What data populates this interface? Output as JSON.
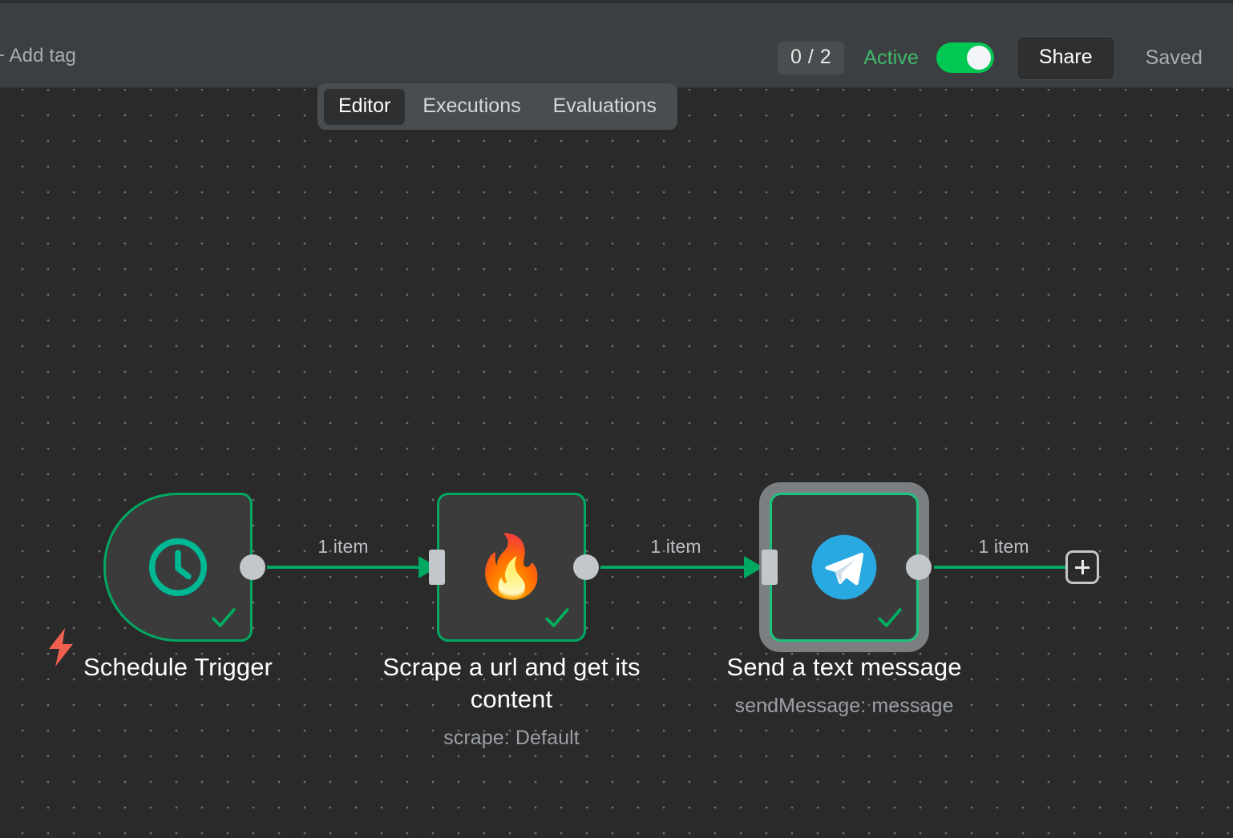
{
  "header": {
    "add_tag_label": "+ Add tag",
    "execution_count": "0 / 2",
    "active_label": "Active",
    "active_toggle_on": true,
    "share_label": "Share",
    "saved_label": "Saved",
    "accent_green": "#00c853",
    "active_text_color": "#3fb96b"
  },
  "tabs": [
    {
      "label": "Editor",
      "active": true
    },
    {
      "label": "Executions",
      "active": false
    },
    {
      "label": "Evaluations",
      "active": false
    }
  ],
  "canvas": {
    "background_color": "#2a2a2a",
    "grid": "dot-grid",
    "node_border_color": "#00a862",
    "edge_color": "#00a862"
  },
  "workflow": {
    "trigger_marker_icon": "lightning-bolt-icon",
    "trigger_marker_color": "#f0604e",
    "nodes": [
      {
        "id": "schedule-trigger",
        "label": "Schedule Trigger",
        "sublabel": "",
        "icon": "clock-icon",
        "icon_color": "#00b894",
        "shape": "trigger",
        "status": "success",
        "selected": false
      },
      {
        "id": "firecrawl-scrape",
        "label": "Scrape a url and get its content",
        "sublabel": "scrape: Default",
        "icon": "fire-emoji-icon",
        "icon_color": "#ff6d2d",
        "shape": "rect",
        "status": "success",
        "selected": false
      },
      {
        "id": "telegram-send",
        "label": "Send a text message",
        "sublabel": "sendMessage: message",
        "icon": "telegram-icon",
        "icon_color": "#29a9e1",
        "shape": "rect",
        "status": "success",
        "selected": true
      }
    ],
    "connections": [
      {
        "from": "schedule-trigger",
        "to": "firecrawl-scrape",
        "label": "1 item"
      },
      {
        "from": "firecrawl-scrape",
        "to": "telegram-send",
        "label": "1 item"
      },
      {
        "from": "telegram-send",
        "to": "add-node",
        "label": "1 item"
      }
    ],
    "add_node_button": "+"
  }
}
